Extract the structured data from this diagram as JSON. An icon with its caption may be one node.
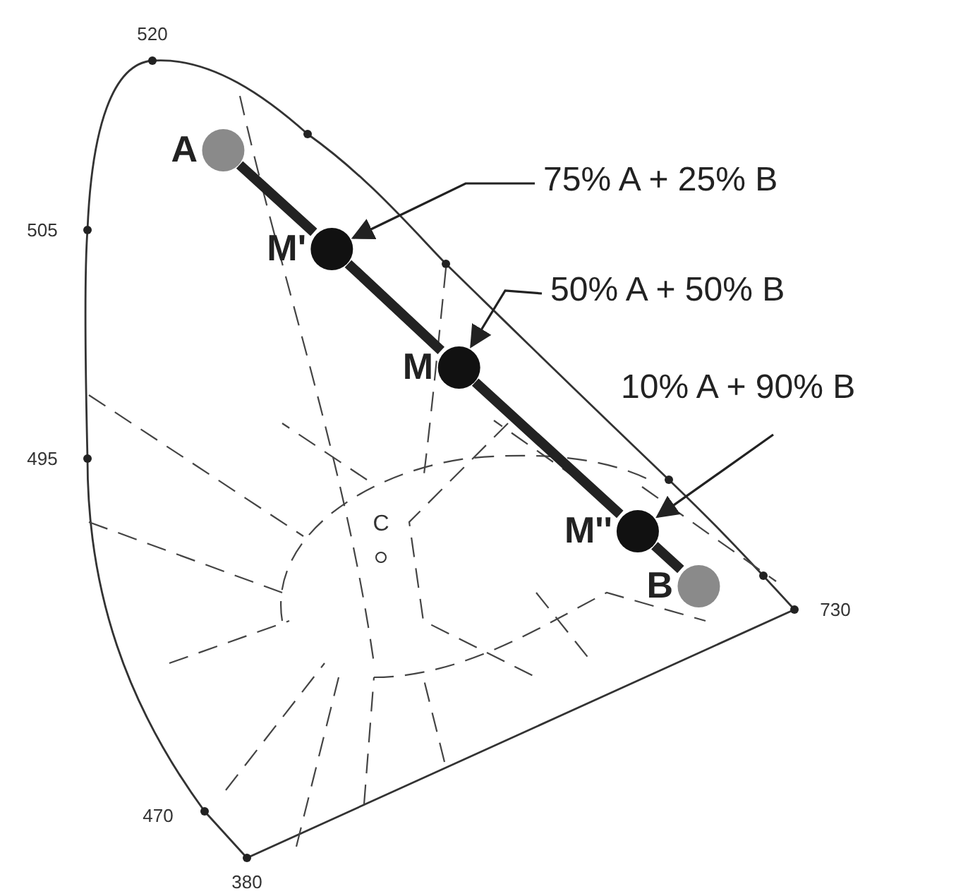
{
  "diagram": {
    "nodes": [
      {
        "text": [
          "A"
        ]
      },
      {
        "text": [
          "M'"
        ]
      },
      {
        "text": [
          "M"
        ]
      },
      {
        "text": [
          "M''"
        ]
      },
      {
        "text": [
          "B"
        ]
      },
      {
        "text": [
          "75% A + 25% B"
        ]
      },
      {
        "text": [
          "50% A + 50% B"
        ]
      },
      {
        "text": [
          "10% A + 90% B"
        ]
      }
    ],
    "edges": [
      {
        "from": 0,
        "to": 1,
        "arrow": "none"
      },
      {
        "from": 1,
        "to": 2,
        "arrow": "none"
      },
      {
        "from": 2,
        "to": 3,
        "arrow": "none"
      },
      {
        "from": 3,
        "to": 4,
        "arrow": "none"
      },
      {
        "from": 5,
        "to": 1,
        "arrow": "to"
      },
      {
        "from": 6,
        "to": 2,
        "arrow": "to"
      },
      {
        "from": 7,
        "to": 3,
        "arrow": "to"
      }
    ],
    "labels": [
      "520",
      "505",
      "495",
      "C",
      "730",
      "470",
      "380"
    ]
  }
}
